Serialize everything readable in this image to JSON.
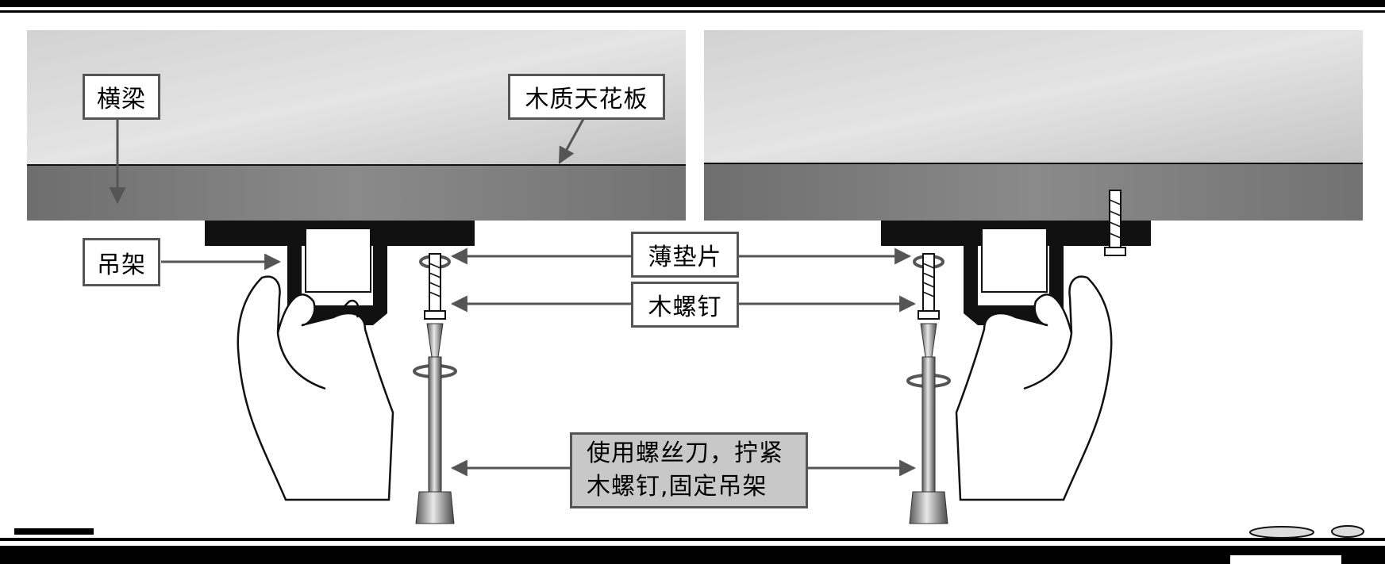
{
  "labels": {
    "beam": "横梁",
    "wood_ceiling": "木质天花板",
    "hanger": "吊架",
    "thin_washer": "薄垫片",
    "wood_screw": "木螺钉",
    "instruction_line1": "使用螺丝刀，拧紧",
    "instruction_line2": "木螺钉,固定吊架"
  },
  "colors": {
    "ceiling_light": "#cfcfcf",
    "ceiling_dark": "#7a7a7a",
    "hanger": "#1a1a1a",
    "label_border": "#555555",
    "instruction_bg": "#c8c8c8"
  }
}
